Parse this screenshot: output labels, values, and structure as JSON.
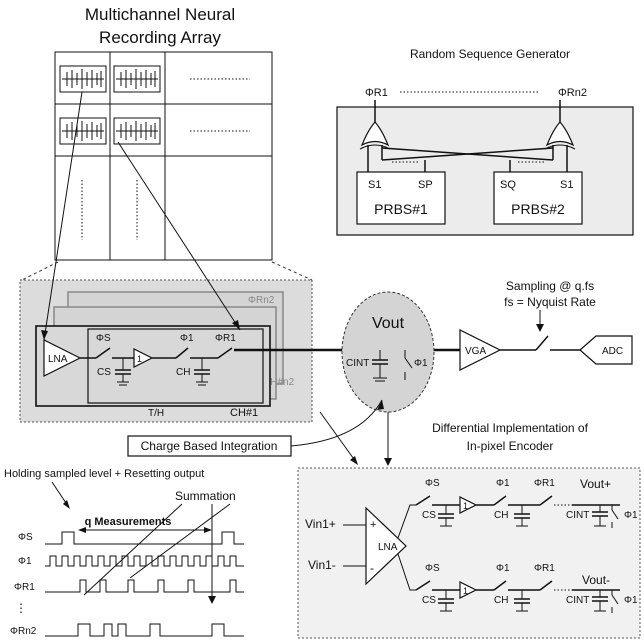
{
  "array": {
    "title_line1": "Multichannel Neural",
    "title_line2": "Recording Array"
  },
  "rsg": {
    "title": "Random Sequence Generator",
    "phi_r1": "ΦR1",
    "phi_rn2": "ΦRn2",
    "s1_left": "S1",
    "sp": "SP",
    "sq": "SQ",
    "s1_right": "S1",
    "prbs1": "PRBS#1",
    "prbs2": "PRBS#2"
  },
  "channel": {
    "lna": "LNA",
    "phi_s": "ΦS",
    "phi_1": "Φ1",
    "phi_r1": "ΦR1",
    "buf": "1",
    "cs": "CS",
    "ch": "CH",
    "th": "T/H",
    "ch1": "CH#1",
    "chn2": "CH#n2",
    "phi_rn2": "ΦRn2"
  },
  "vout_node": {
    "vout": "Vout",
    "cint": "CINT",
    "phi_1": "Φ1"
  },
  "readout": {
    "sampling": "Sampling @ q.fs",
    "fs": "fs = Nyquist Rate",
    "vga": "VGA",
    "adc": "ADC"
  },
  "labels": {
    "charge_integration": "Charge Based Integration",
    "diff_impl_line1": "Differential Implementation of",
    "diff_impl_line2": "In-pixel Encoder",
    "holding": "Holding sampled level + Resetting output",
    "summation": "Summation",
    "q_meas": "q Measurements"
  },
  "timing": {
    "phi_s": "ΦS",
    "phi_1": "Φ1",
    "phi_r1": "ΦR1",
    "phi_rn2": "ΦRn2",
    "ellipsis": "⋮"
  },
  "diff": {
    "vin_plus": "Vin1+",
    "vin_minus": "Vin1-",
    "lna": "LNA",
    "plus": "+",
    "minus": "-",
    "phi_s": "ΦS",
    "phi_1a": "Φ1",
    "phi_r1": "ΦR1",
    "cs": "CS",
    "ch": "CH",
    "buf": "1",
    "vout_plus": "Vout+",
    "vout_minus": "Vout-",
    "cint": "CINT",
    "phi_1b": "Φ1"
  }
}
